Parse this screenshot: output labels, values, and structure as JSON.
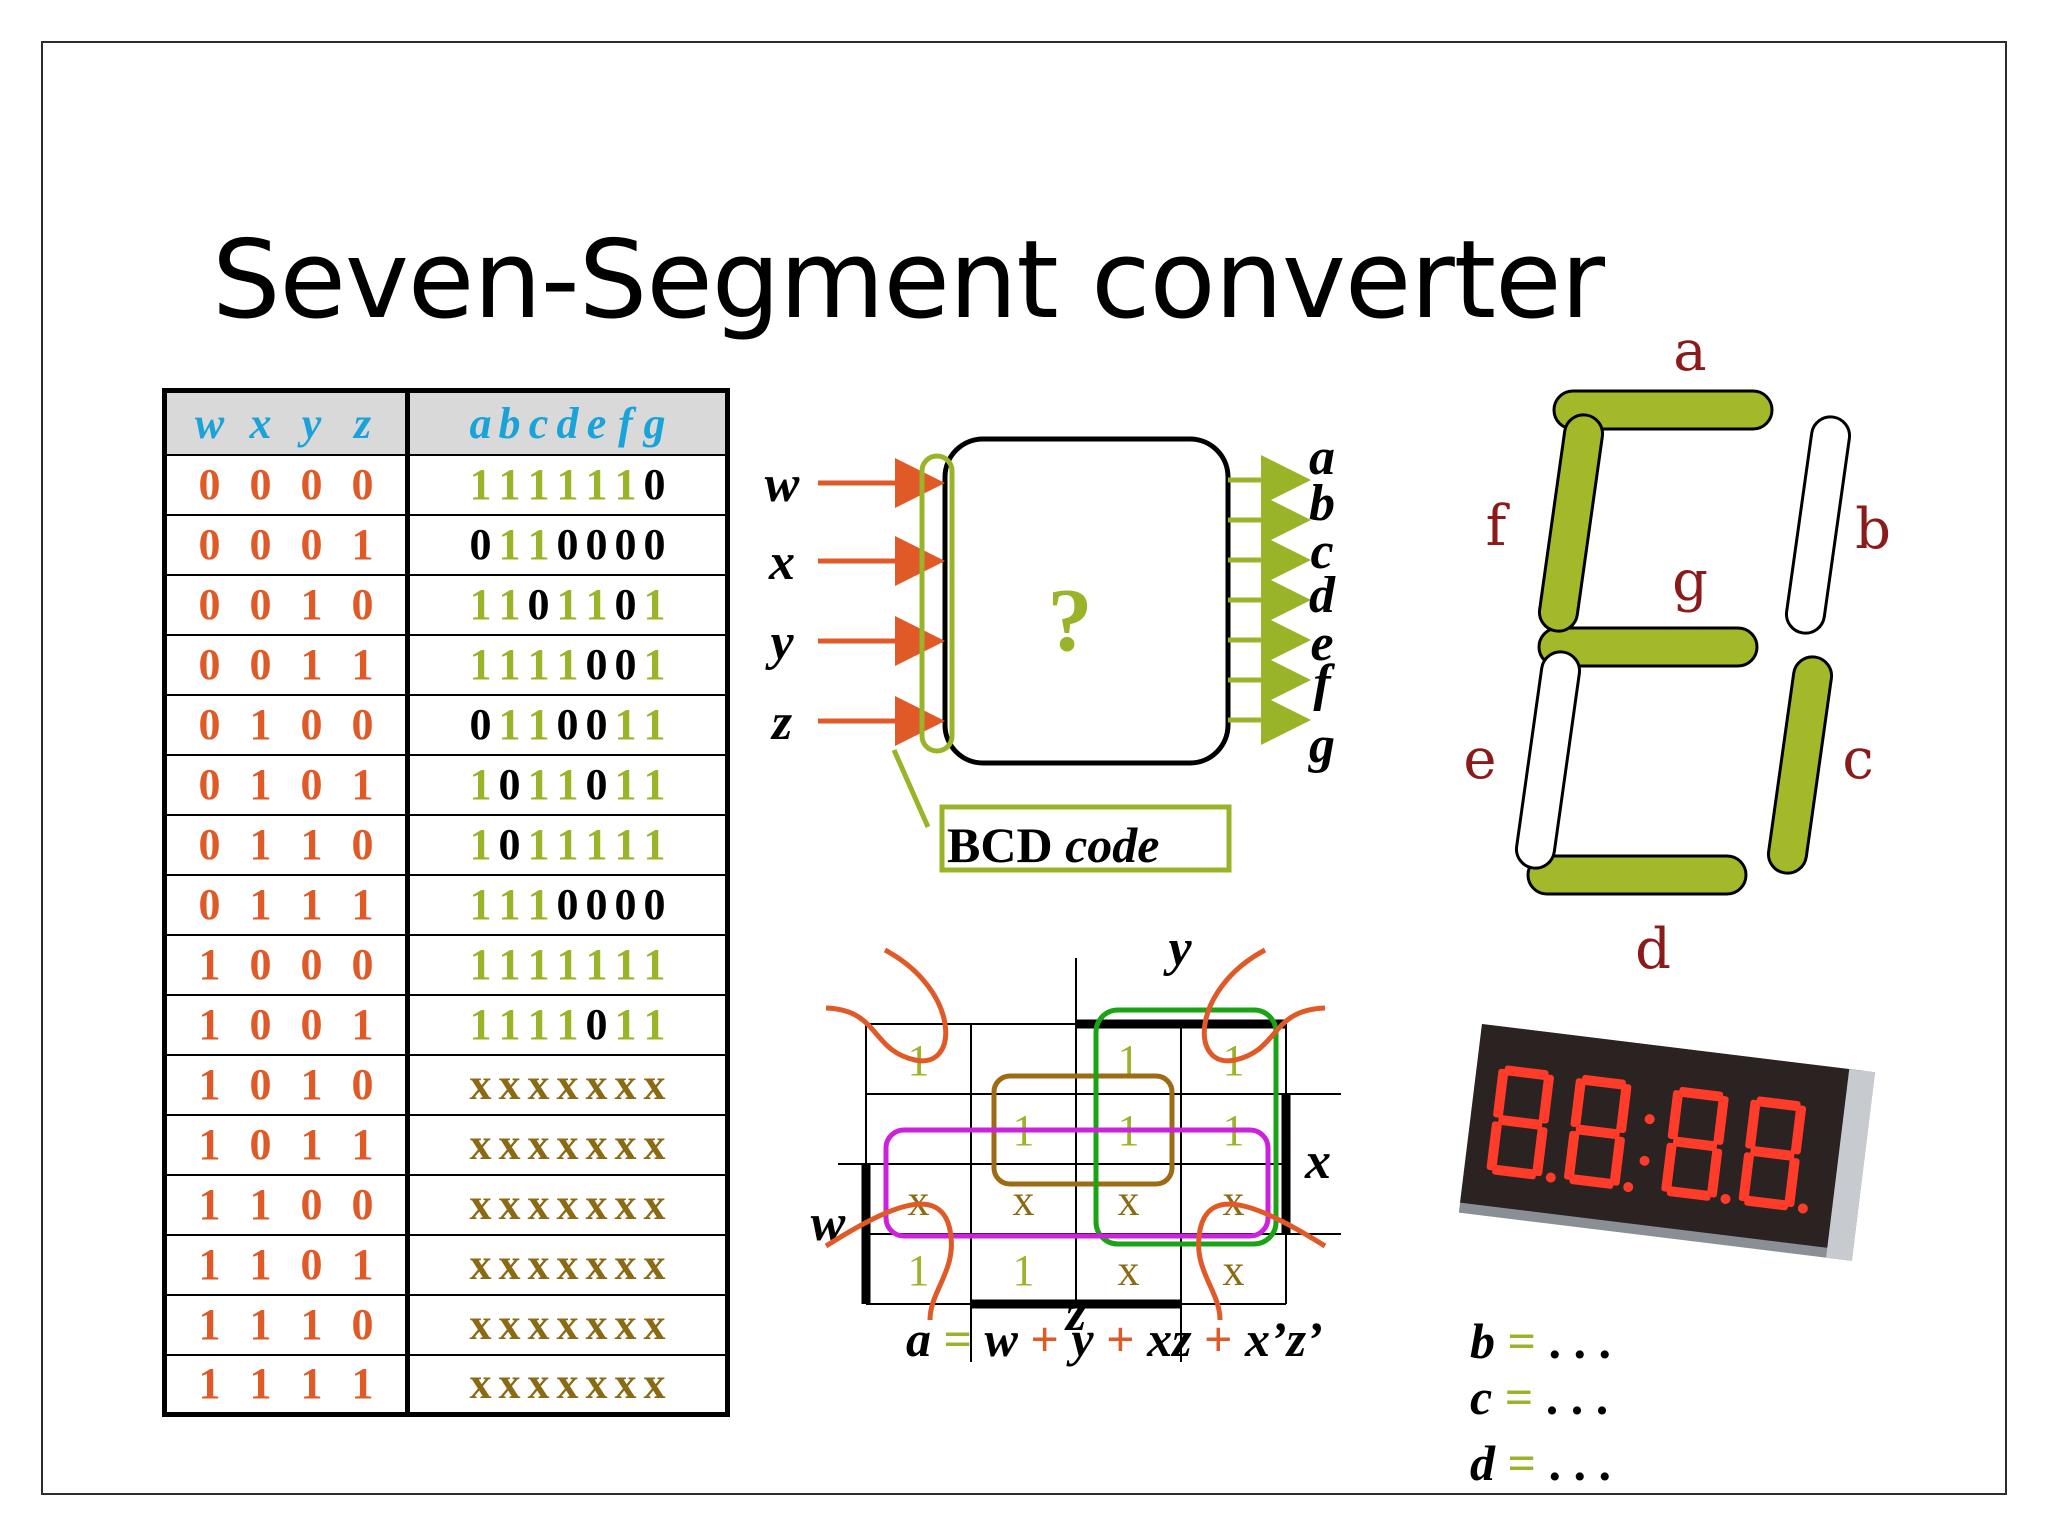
{
  "title": "Seven-Segment converter",
  "truth_table": {
    "input_header": [
      "w",
      "x",
      "y",
      "z"
    ],
    "output_header": [
      "a",
      "b",
      "c",
      "d",
      "e",
      "f",
      "g"
    ],
    "rows": [
      {
        "in": [
          "0",
          "0",
          "0",
          "0"
        ],
        "out": [
          "1",
          "1",
          "1",
          "1",
          "1",
          "1",
          "0"
        ]
      },
      {
        "in": [
          "0",
          "0",
          "0",
          "1"
        ],
        "out": [
          "0",
          "1",
          "1",
          "0",
          "0",
          "0",
          "0"
        ]
      },
      {
        "in": [
          "0",
          "0",
          "1",
          "0"
        ],
        "out": [
          "1",
          "1",
          "0",
          "1",
          "1",
          "0",
          "1"
        ]
      },
      {
        "in": [
          "0",
          "0",
          "1",
          "1"
        ],
        "out": [
          "1",
          "1",
          "1",
          "1",
          "0",
          "0",
          "1"
        ]
      },
      {
        "in": [
          "0",
          "1",
          "0",
          "0"
        ],
        "out": [
          "0",
          "1",
          "1",
          "0",
          "0",
          "1",
          "1"
        ]
      },
      {
        "in": [
          "0",
          "1",
          "0",
          "1"
        ],
        "out": [
          "1",
          "0",
          "1",
          "1",
          "0",
          "1",
          "1"
        ]
      },
      {
        "in": [
          "0",
          "1",
          "1",
          "0"
        ],
        "out": [
          "1",
          "0",
          "1",
          "1",
          "1",
          "1",
          "1"
        ]
      },
      {
        "in": [
          "0",
          "1",
          "1",
          "1"
        ],
        "out": [
          "1",
          "1",
          "1",
          "0",
          "0",
          "0",
          "0"
        ]
      },
      {
        "in": [
          "1",
          "0",
          "0",
          "0"
        ],
        "out": [
          "1",
          "1",
          "1",
          "1",
          "1",
          "1",
          "1"
        ]
      },
      {
        "in": [
          "1",
          "0",
          "0",
          "1"
        ],
        "out": [
          "1",
          "1",
          "1",
          "1",
          "0",
          "1",
          "1"
        ]
      },
      {
        "in": [
          "1",
          "0",
          "1",
          "0"
        ],
        "out": [
          "x",
          "x",
          "x",
          "x",
          "x",
          "x",
          "x"
        ]
      },
      {
        "in": [
          "1",
          "0",
          "1",
          "1"
        ],
        "out": [
          "x",
          "x",
          "x",
          "x",
          "x",
          "x",
          "x"
        ]
      },
      {
        "in": [
          "1",
          "1",
          "0",
          "0"
        ],
        "out": [
          "x",
          "x",
          "x",
          "x",
          "x",
          "x",
          "x"
        ]
      },
      {
        "in": [
          "1",
          "1",
          "0",
          "1"
        ],
        "out": [
          "x",
          "x",
          "x",
          "x",
          "x",
          "x",
          "x"
        ]
      },
      {
        "in": [
          "1",
          "1",
          "1",
          "0"
        ],
        "out": [
          "x",
          "x",
          "x",
          "x",
          "x",
          "x",
          "x"
        ]
      },
      {
        "in": [
          "1",
          "1",
          "1",
          "1"
        ],
        "out": [
          "x",
          "x",
          "x",
          "x",
          "x",
          "x",
          "x"
        ]
      }
    ]
  },
  "block": {
    "inputs": [
      "w",
      "x",
      "y",
      "z"
    ],
    "outputs": [
      "a",
      "b",
      "c",
      "d",
      "e",
      "f",
      "g"
    ],
    "center": "?",
    "bcd_label_bold": "BCD",
    "bcd_label_italic": "code"
  },
  "segments": {
    "labels": {
      "a": "a",
      "b": "b",
      "c": "c",
      "d": "d",
      "e": "e",
      "f": "f",
      "g": "g"
    },
    "lit": {
      "a": true,
      "b": false,
      "c": true,
      "d": true,
      "e": false,
      "f": true,
      "g": true
    },
    "on_color": "#a4b92a",
    "off_color": "#ffffff"
  },
  "kmap": {
    "labels": {
      "y": "y",
      "x": "x",
      "w": "w",
      "z": "z"
    },
    "cells": [
      [
        "1",
        "",
        "1",
        "1"
      ],
      [
        "",
        "1",
        "1",
        "1"
      ],
      [
        "x",
        "x",
        "x",
        "x"
      ],
      [
        "1",
        "1",
        "x",
        "x"
      ]
    ]
  },
  "equations": {
    "a": {
      "lhs": "a",
      "terms": [
        "w",
        "y",
        "xz",
        "x’z’"
      ]
    },
    "others": [
      {
        "lhs": "b",
        "rhs": ". . ."
      },
      {
        "lhs": "c",
        "rhs": ". . ."
      },
      {
        "lhs": "d",
        "rhs": ". . ."
      }
    ]
  },
  "display": {
    "text": "8.8:8.8.",
    "digit_color": "#ff3b2a"
  }
}
